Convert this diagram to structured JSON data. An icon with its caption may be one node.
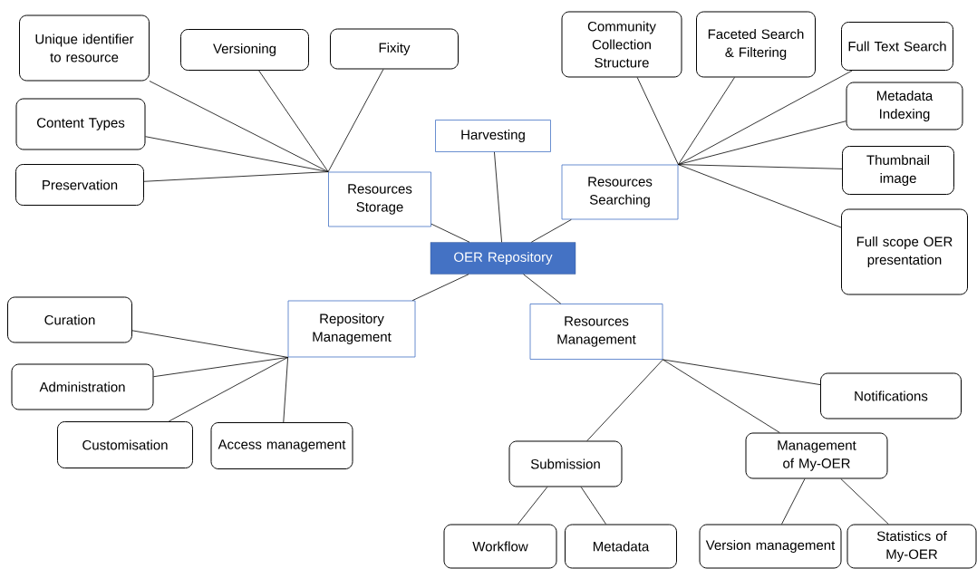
{
  "diagram": {
    "nodes": [
      {
        "text": [
          "Unique identifier to resource"
        ]
      },
      {
        "text": [
          "Versioning"
        ]
      },
      {
        "text": [
          "Fixity"
        ]
      },
      {
        "text": [
          "Content Types"
        ]
      },
      {
        "text": [
          "Preservation"
        ]
      },
      {
        "text": [
          "Resources Storage"
        ]
      },
      {
        "text": [
          "Harvesting"
        ]
      },
      {
        "text": [
          "OER Repository"
        ]
      },
      {
        "text": [
          "Resources Searching"
        ]
      },
      {
        "text": [
          "Community Collection Structure"
        ]
      },
      {
        "text": [
          "Faceted Search & Filtering"
        ]
      },
      {
        "text": [
          "Full Text Search"
        ]
      },
      {
        "text": [
          "Metadata Indexing"
        ]
      },
      {
        "text": [
          "Thumbnail image"
        ]
      },
      {
        "text": [
          "Full scope OER presentation"
        ]
      },
      {
        "text": [
          "Repository Management"
        ]
      },
      {
        "text": [
          "Curation"
        ]
      },
      {
        "text": [
          "Administration"
        ]
      },
      {
        "text": [
          "Customisation"
        ]
      },
      {
        "text": [
          "Access management"
        ]
      },
      {
        "text": [
          "Resources Management"
        ]
      },
      {
        "text": [
          "Notifications"
        ]
      },
      {
        "text": [
          "Submission"
        ]
      },
      {
        "text": [
          "Management of My-OER"
        ]
      },
      {
        "text": [
          "Workflow"
        ]
      },
      {
        "text": [
          "Metadata"
        ]
      },
      {
        "text": [
          "Version management"
        ]
      },
      {
        "text": [
          "Statistics of My-OER"
        ]
      }
    ],
    "edges": [
      {
        "from": 7,
        "to": 5,
        "arrow": "none"
      },
      {
        "from": 7,
        "to": 6,
        "arrow": "none"
      },
      {
        "from": 7,
        "to": 8,
        "arrow": "none"
      },
      {
        "from": 7,
        "to": 15,
        "arrow": "none"
      },
      {
        "from": 7,
        "to": 20,
        "arrow": "none"
      },
      {
        "from": 5,
        "to": 0,
        "arrow": "none"
      },
      {
        "from": 5,
        "to": 1,
        "arrow": "none"
      },
      {
        "from": 5,
        "to": 2,
        "arrow": "none"
      },
      {
        "from": 5,
        "to": 3,
        "arrow": "none"
      },
      {
        "from": 5,
        "to": 4,
        "arrow": "none"
      },
      {
        "from": 8,
        "to": 9,
        "arrow": "none"
      },
      {
        "from": 8,
        "to": 10,
        "arrow": "none"
      },
      {
        "from": 8,
        "to": 11,
        "arrow": "none"
      },
      {
        "from": 8,
        "to": 12,
        "arrow": "none"
      },
      {
        "from": 8,
        "to": 13,
        "arrow": "none"
      },
      {
        "from": 8,
        "to": 14,
        "arrow": "none"
      },
      {
        "from": 15,
        "to": 16,
        "arrow": "none"
      },
      {
        "from": 15,
        "to": 17,
        "arrow": "none"
      },
      {
        "from": 15,
        "to": 18,
        "arrow": "none"
      },
      {
        "from": 15,
        "to": 19,
        "arrow": "none"
      },
      {
        "from": 20,
        "to": 21,
        "arrow": "none"
      },
      {
        "from": 20,
        "to": 22,
        "arrow": "none"
      },
      {
        "from": 20,
        "to": 23,
        "arrow": "none"
      },
      {
        "from": 22,
        "to": 24,
        "arrow": "none"
      },
      {
        "from": 22,
        "to": 25,
        "arrow": "none"
      },
      {
        "from": 23,
        "to": 26,
        "arrow": "none"
      },
      {
        "from": 23,
        "to": 27,
        "arrow": "none"
      }
    ]
  }
}
